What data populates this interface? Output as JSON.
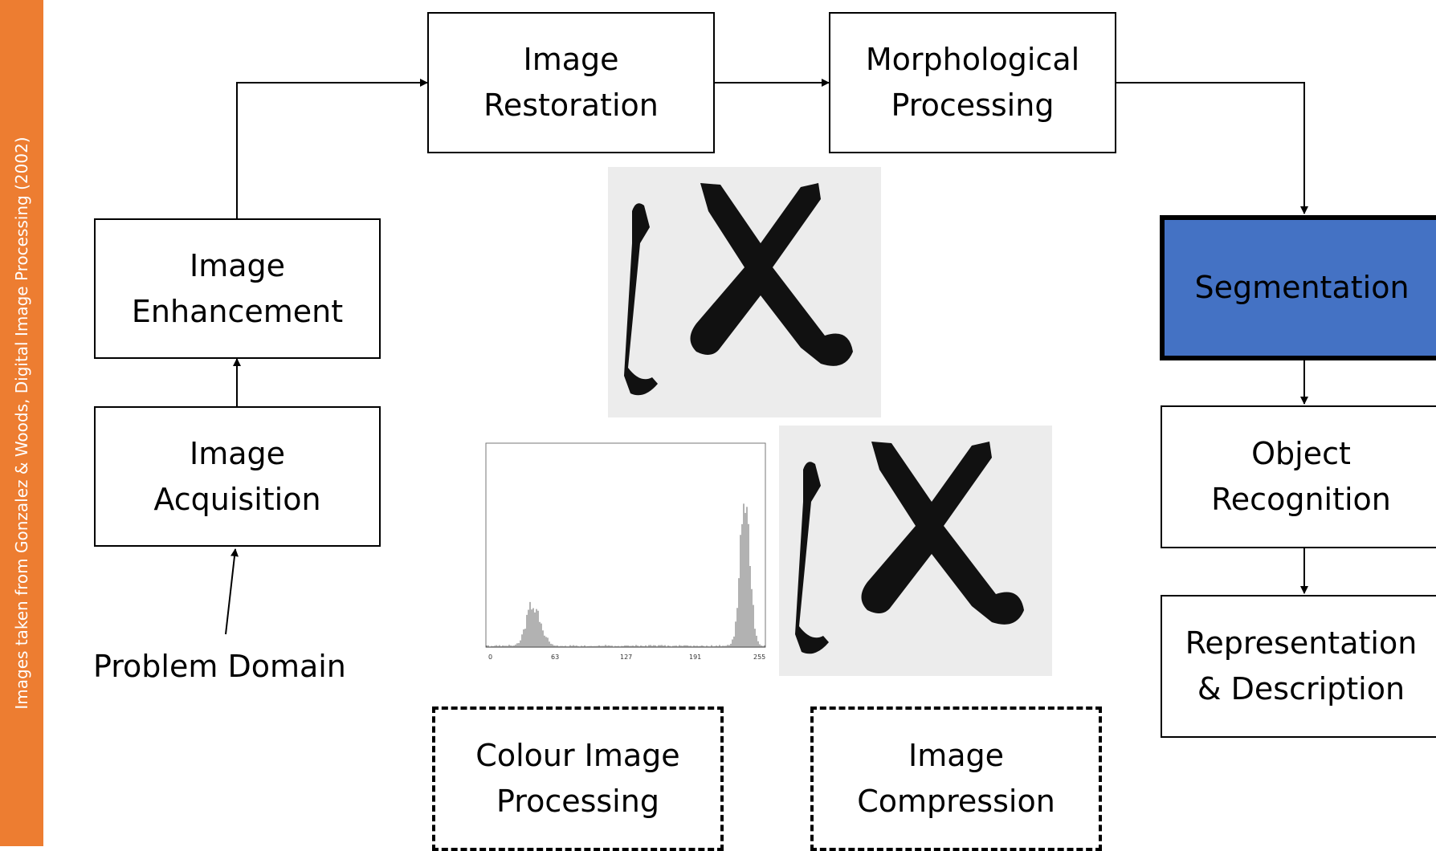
{
  "sidebar": {
    "credit": "Images taken from Gonzalez & Woods, Digital Image Processing (2002)",
    "color": "#ED7D31"
  },
  "boxes": {
    "enhancement": "Image\nEnhancement",
    "acquisition": "Image\nAcquisition",
    "restoration": "Image\nRestoration",
    "morphological": "Morphological\nProcessing",
    "segmentation": "Segmentation",
    "object_recognition": "Object\nRecognition",
    "representation": "Representation\n& Description",
    "colour": "Colour Image\nProcessing",
    "compression": "Image\nCompression"
  },
  "problem_domain": "Problem Domain",
  "highlight_color": "#4472C4",
  "histogram": {
    "ticks": [
      "0",
      "63",
      "127",
      "191",
      "255"
    ]
  }
}
